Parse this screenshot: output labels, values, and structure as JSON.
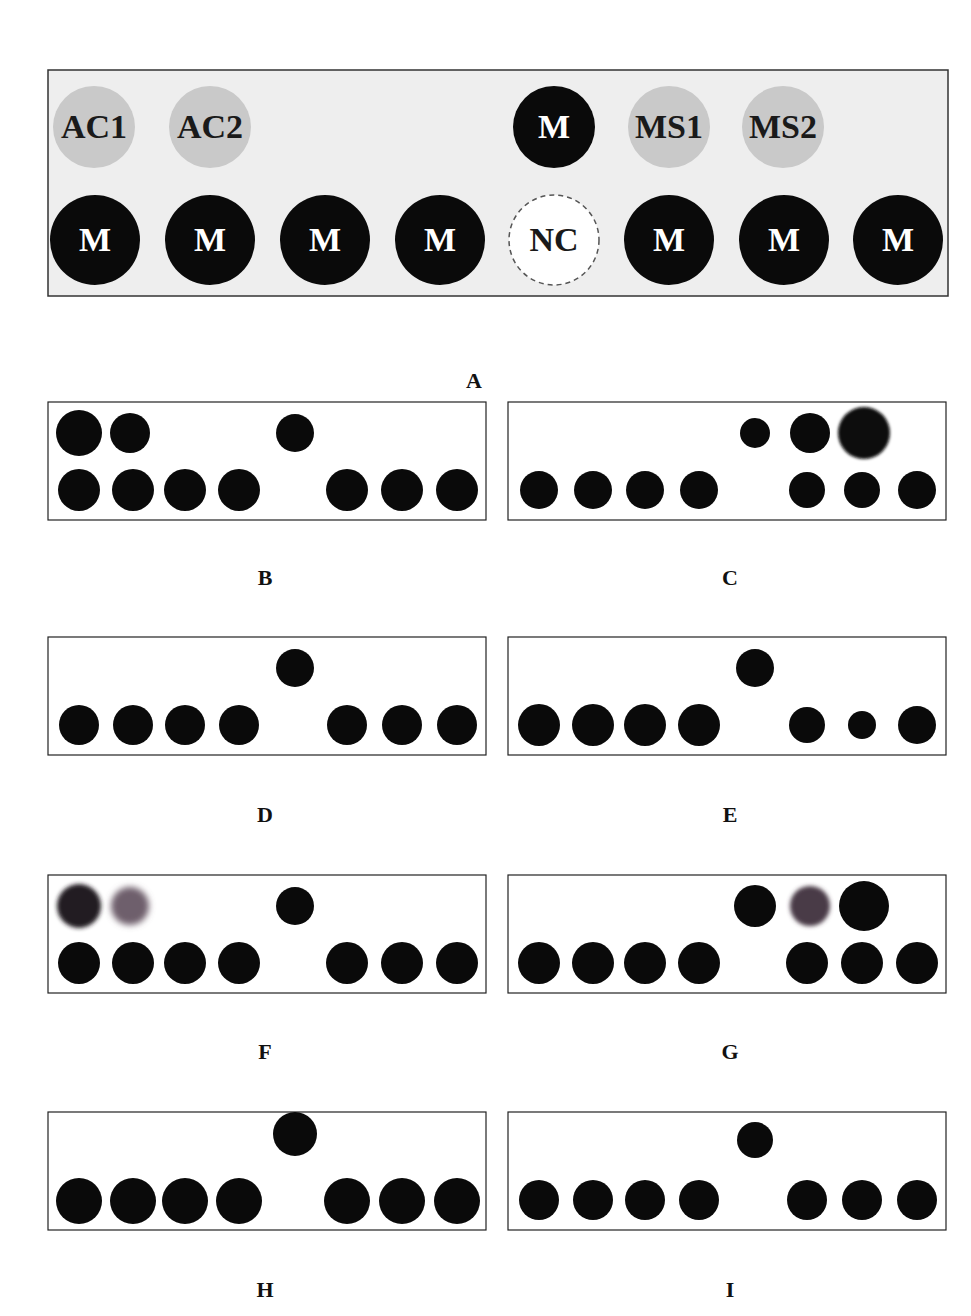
{
  "diagram": {
    "nodes": [
      {
        "text": [
          "AC1"
        ]
      },
      {
        "text": [
          "AC2"
        ]
      },
      {
        "text": [
          "M"
        ]
      },
      {
        "text": [
          "MS1"
        ]
      },
      {
        "text": [
          "MS2"
        ]
      },
      {
        "text": [
          "M"
        ]
      },
      {
        "text": [
          "M"
        ]
      },
      {
        "text": [
          "M"
        ]
      },
      {
        "text": [
          "M"
        ]
      },
      {
        "text": [
          "NC"
        ]
      },
      {
        "text": [
          "M"
        ]
      },
      {
        "text": [
          "M"
        ]
      },
      {
        "text": [
          "M"
        ]
      }
    ],
    "edges": [],
    "labels": [
      "A",
      "B",
      "C",
      "D",
      "E",
      "F",
      "G",
      "H",
      "I"
    ]
  }
}
